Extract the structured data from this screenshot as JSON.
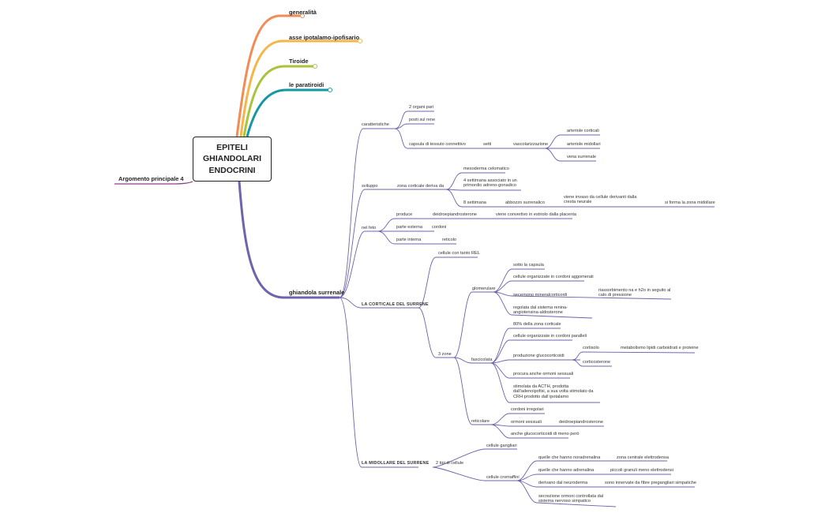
{
  "root": "EPITELI\nGHIANDOLARI\nENDOCRINI",
  "left_topic": "Argomento principale 4",
  "branches": {
    "generalita": "generalità",
    "asse": "asse ipotalamo-ipofisario",
    "tiroide": "Tiroide",
    "paratiroidi": "le paratiroidi",
    "surrene": "ghiandola surrenale"
  },
  "colors": {
    "generalita": "#f28b54",
    "asse": "#f5b548",
    "tiroide": "#a9c33a",
    "paratiroidi": "#1597a4",
    "surrene": "#6c64ad",
    "argomento": "#8c3c8c"
  },
  "surrene": {
    "caratteristiche": "caratteristiche",
    "organi_pari": "2 organi pari",
    "posti_sul_rene": "posti sul rene",
    "capsula": "capsula di tessuto connettivo",
    "setti": "setti",
    "vascolarizzazione": "vascolarizzazione",
    "arteriole_corticali": "arteriole corticali",
    "arteriole_midollari": "arteriole midollari",
    "vena_surrenale": "vena surrenale",
    "sviluppo": "sviluppo",
    "zona_corticale_deriva": "zona corticale deriva da",
    "mesoderma": "mesoderma celomatico",
    "quattro_settimana": "4 settimana associato in un primordio adreno-gonadico",
    "otto_settimana": "8 settimana",
    "abbozzo": "abbozzo surrenalico",
    "invaso": "viene invaso da cellule derivanti dalla cresta neurale",
    "midollare_forma": "si forma la zona midollare",
    "nel_feto": "nel feto",
    "produce": "produce",
    "deidroepiandrosterone": "deidroepiandrosterone",
    "convertito": "viene convertivo in estriolo dalla placenta",
    "parte_esterna": "parte esterna",
    "cordoni": "cordoni",
    "parte_interna": "parte interna",
    "reticolo": "reticolo",
    "corticale_title": "LA CORTICALE DEL SURRENE",
    "cellule_rel": "cellule con tanto REL",
    "tre_zone": "3 zone",
    "glomerulare": "glomerulare",
    "sotto_capsula": "sotto la capsula",
    "cordoni_aggomerati": "cellule organizzate in cordoni aggomerati",
    "mineralcorticoidi": "secernono mineralcorticoidi",
    "riassorbimento": "riassorbimento na e h2o in seguito al calo di pressione",
    "regolata": "regolata dal sistema renina-angiotensina-aldosterone",
    "fascicolata": "fascicolata",
    "ottanta": "80% della zona corticale",
    "cordoni_paralleli": "cellule organizzate in cordoni paralleli",
    "glucocorticoidi": "produzione glucocorticoidi",
    "cortisolo": "cortisolo",
    "metabolismo": "metabolismo lipidi carboidrati e proteine",
    "corticosterone": "corticosterone",
    "ormoni_sessuali_f": "procura anche ormoni sessuali",
    "stimolata": "stimolata da ACTH, prodotta dall'adenoipofisi, a sua volta stimolato da CRH prodotto dall ipotalamo",
    "reticolare": "reticolare",
    "cordoni_irregolari": "cordoni irregolari",
    "ormoni_sessuali": "ormoni sessuali",
    "deidro2": "deidroepiandrosterone",
    "gluco_meno": "anche glucocorticoidi di meno però",
    "midollare_title": "LA MIDOLLARE DEL SURRENE",
    "due_tipi": "2 tipi di cellule",
    "gangliari": "cellule gangliari",
    "cromaffini": "cellule cromaffini",
    "noradrenalina": "quelle che hanno noradrenalina",
    "zona_centrale": "zona centrale elettrodensa",
    "adrenalina": "quelle che hanno adrenalina",
    "granuli": "piccoli granuli meno elettrodensi",
    "neuroderma": "derivano dal neuroderma",
    "innervate": "sono innervate da fibre pregangliari  simpatiche",
    "secrezione": "secrezione ormoni controllata dal sistema nervoso simpatico"
  }
}
